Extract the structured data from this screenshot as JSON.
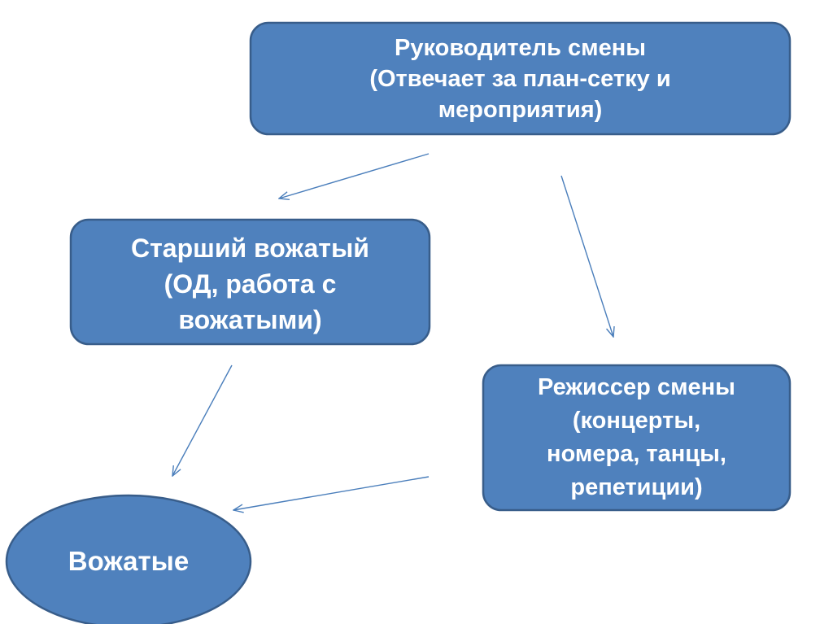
{
  "colors": {
    "fill": "#4F81BD",
    "border": "#385D8A",
    "arrow": "#4A7EBB",
    "text": "#FFFFFF"
  },
  "nodes": {
    "head": {
      "lines": [
        "Руководитель смены",
        "(Отвечает за план-сетку и",
        "мероприятия)"
      ]
    },
    "senior": {
      "lines": [
        "Старший вожатый",
        "(ОД, работа с",
        "вожатыми)"
      ]
    },
    "director": {
      "lines": [
        "Режиссер смены",
        "(концерты,",
        "номера, танцы,",
        "репетиции)"
      ]
    },
    "counselors": {
      "lines": [
        "Вожатые"
      ]
    }
  },
  "edges": [
    {
      "from": "head",
      "to": "senior"
    },
    {
      "from": "head",
      "to": "director"
    },
    {
      "from": "senior",
      "to": "counselors"
    },
    {
      "from": "director",
      "to": "counselors"
    }
  ]
}
